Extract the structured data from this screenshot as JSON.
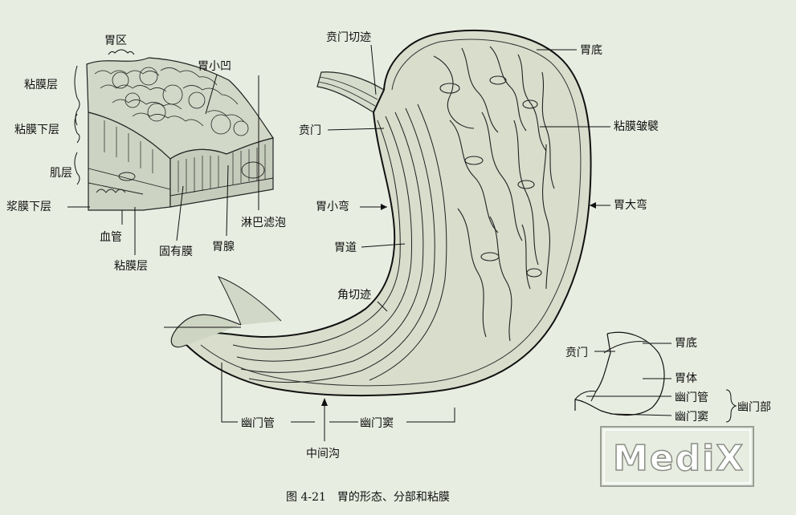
{
  "labels": {
    "weiqu": "胃区",
    "weixiaoao": "胃小凹",
    "nianmoceng_top": "粘膜层",
    "nianmoxiaceng": "粘膜下层",
    "jiceng": "肌层",
    "jiangmoxiaceng": "浆膜下层",
    "xueguan": "血管",
    "nianmoceng_bottom": "粘膜层",
    "guyoumo": "固有膜",
    "weixian": "胃腺",
    "linbalvpao": "淋巴滤泡",
    "benmenqieji": "贲门切迹",
    "weidi": "胃底",
    "benmen": "贲门",
    "nianmozhouzhe": "粘膜皱襞",
    "weixiaowan": "胃小弯",
    "weidawan": "胃大弯",
    "weidao": "胃道",
    "jiaoqieji": "角切迹",
    "youmenguan": "幽门管",
    "youmendou": "幽门窦",
    "zhongjiangou": "中间沟"
  },
  "inset": {
    "benmen": "贲门",
    "weidi": "胃底",
    "weiti": "胃体",
    "youmenguan": "幽门管",
    "youmendou": "幽门窦",
    "youmenbu": "幽门部"
  },
  "caption": "图 4-21　胃的形态、分部和粘膜",
  "watermark": "MediX"
}
